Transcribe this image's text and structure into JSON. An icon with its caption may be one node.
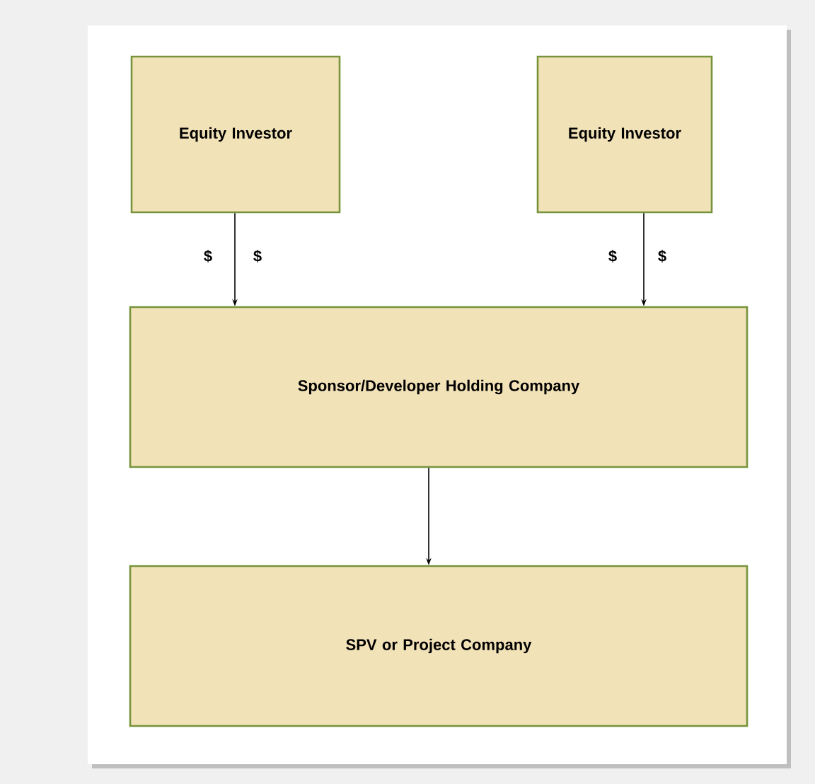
{
  "diagram": {
    "nodes": [
      {
        "text": [
          "Equity Investor"
        ]
      },
      {
        "text": [
          "Equity Investor"
        ]
      },
      {
        "text": [
          "Sponsor/Developer Holding Company"
        ]
      },
      {
        "text": [
          "SPV or Project Company"
        ]
      }
    ],
    "edges": [
      {
        "from": 0,
        "to": 2,
        "arrow": "to"
      },
      {
        "from": 1,
        "to": 2,
        "arrow": "to"
      },
      {
        "from": 2,
        "to": 3,
        "arrow": "to"
      }
    ],
    "labels": [
      "$",
      "$",
      "$",
      "$"
    ]
  }
}
